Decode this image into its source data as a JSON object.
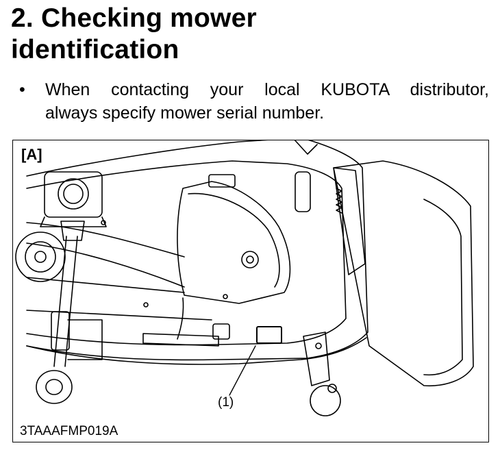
{
  "heading": {
    "line1": "2. Checking mower",
    "line2": "identification"
  },
  "bullet": {
    "mark": "•",
    "line1": "When contacting your local KUBOTA distributor,",
    "line2": "always specify mower serial number."
  },
  "figure": {
    "label": "[A]",
    "callout": "(1)",
    "code": "3TAAAFMP019A"
  }
}
